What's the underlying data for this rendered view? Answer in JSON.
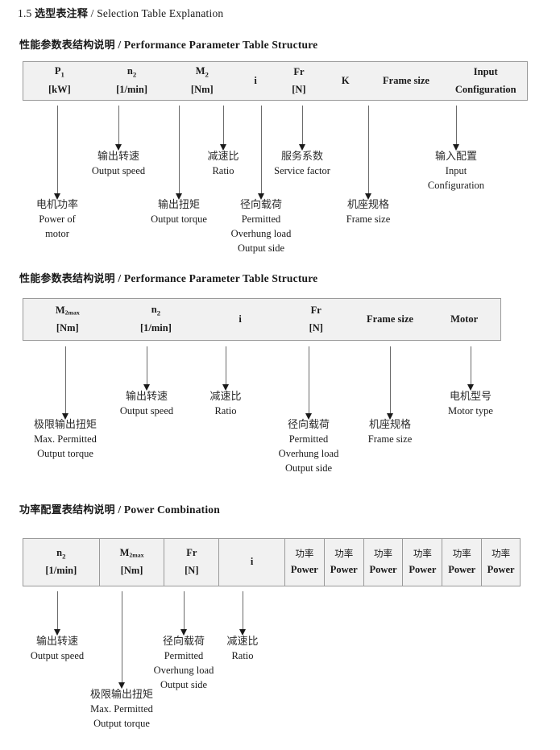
{
  "page": {
    "section_number": "1.5",
    "title_cn": "选型表注释",
    "title_sep": "/",
    "title_en": "Selection Table Explanation"
  },
  "blocks": [
    {
      "heading": {
        "cn": "性能参数表结构说明",
        "sep": "/",
        "en": "Performance Parameter Table Structure"
      },
      "table": {
        "ruled": false,
        "columns": [
          {
            "line1": "P",
            "sub1": "1",
            "line2": "[kW]"
          },
          {
            "line1": "n",
            "sub1": "2",
            "line2": "[1/min]"
          },
          {
            "line1": "M",
            "sub1": "2",
            "line2": "[Nm]"
          },
          {
            "line1": "i",
            "sub1": "",
            "line2": ""
          },
          {
            "line1": "Fr",
            "sub1": "",
            "line2": "[N]"
          },
          {
            "line1": "K",
            "sub1": "",
            "line2": ""
          },
          {
            "line1": "Frame size",
            "sub1": "",
            "line2": ""
          },
          {
            "line1": "Input",
            "sub1": "",
            "line2": "Configuration"
          }
        ]
      },
      "notes": [
        {
          "cn": "电机功率",
          "en": [
            "Power of",
            "motor"
          ]
        },
        {
          "cn": "输出转速",
          "en": [
            "Output speed"
          ]
        },
        {
          "cn": "输出扭矩",
          "en": [
            "Output torque"
          ]
        },
        {
          "cn": "减速比",
          "en": [
            "Ratio"
          ]
        },
        {
          "cn": "径向载荷",
          "en": [
            "Permitted",
            "Overhung load",
            "Output side"
          ]
        },
        {
          "cn": "服务系数",
          "en": [
            "Service factor"
          ]
        },
        {
          "cn": "机座规格",
          "en": [
            "Frame size"
          ]
        },
        {
          "cn": "输入配置",
          "en": [
            "Input",
            "Configuration"
          ]
        }
      ]
    },
    {
      "heading": {
        "cn": "性能参数表结构说明",
        "sep": "/",
        "en": "Performance Parameter Table Structure"
      },
      "table": {
        "ruled": false,
        "columns": [
          {
            "line1": "M",
            "sub1": "2max",
            "line2": "[Nm]"
          },
          {
            "line1": "n",
            "sub1": "2",
            "line2": "[1/min]"
          },
          {
            "line1": "i",
            "sub1": "",
            "line2": ""
          },
          {
            "line1": "Fr",
            "sub1": "",
            "line2": "[N]"
          },
          {
            "line1": "Frame size",
            "sub1": "",
            "line2": ""
          },
          {
            "line1": "Motor",
            "sub1": "",
            "line2": ""
          }
        ]
      },
      "notes": [
        {
          "cn": "极限输出扭矩",
          "en": [
            "Max. Permitted",
            "Output  torque"
          ]
        },
        {
          "cn": "输出转速",
          "en": [
            "Output speed"
          ]
        },
        {
          "cn": "减速比",
          "en": [
            "Ratio"
          ]
        },
        {
          "cn": "径向载荷",
          "en": [
            "Permitted",
            "Overhung load",
            "Output side"
          ]
        },
        {
          "cn": "机座规格",
          "en": [
            "Frame size"
          ]
        },
        {
          "cn": "电机型号",
          "en": [
            "Motor type"
          ]
        }
      ]
    },
    {
      "heading": {
        "cn": "功率配置表结构说明",
        "sep": "/",
        "en": "Power Combination"
      },
      "table": {
        "ruled": true,
        "columns": [
          {
            "line1": "n",
            "sub1": "2",
            "line2": "[1/min]"
          },
          {
            "line1": "M",
            "sub1": "2max",
            "line2": "[Nm]"
          },
          {
            "line1": "Fr",
            "sub1": "",
            "line2": "[N]"
          },
          {
            "line1": "i",
            "sub1": "",
            "line2": ""
          },
          {
            "cn_line1": "功率",
            "line2": "Power"
          },
          {
            "cn_line1": "功率",
            "line2": "Power"
          },
          {
            "cn_line1": "功率",
            "line2": "Power"
          },
          {
            "cn_line1": "功率",
            "line2": "Power"
          },
          {
            "cn_line1": "功率",
            "line2": "Power"
          },
          {
            "cn_line1": "功率",
            "line2": "Power"
          }
        ]
      },
      "notes": [
        {
          "cn": "输出转速",
          "en": [
            "Output speed"
          ]
        },
        {
          "cn": "极限输出扭矩",
          "en": [
            "Max. Permitted",
            "Output  torque"
          ]
        },
        {
          "cn": "径向载荷",
          "en": [
            "Permitted",
            "Overhung load",
            "Output side"
          ]
        },
        {
          "cn": "减速比",
          "en": [
            "Ratio"
          ]
        }
      ]
    }
  ]
}
